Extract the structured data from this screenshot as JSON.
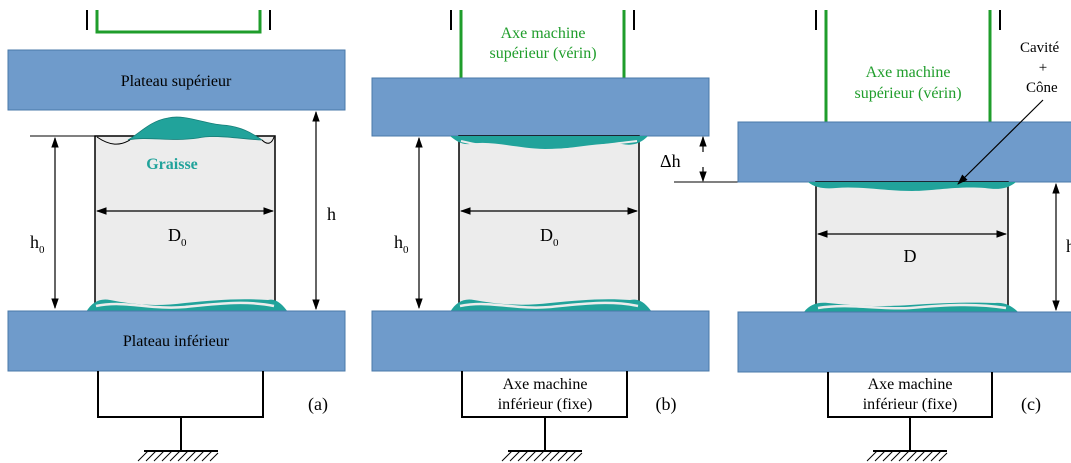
{
  "colors": {
    "platen": "#6f9bcb",
    "platen_stroke": "#4a78a8",
    "specimen": "#ececec",
    "grease": "#21a39b",
    "grease_dark": "#177f79",
    "axis_green": "#1f9d2b",
    "line": "#000000"
  },
  "panel_a": {
    "top_platen": "Plateau supérieur",
    "bottom_platen": "Plateau inférieur",
    "grease": "Graisse",
    "h0": "h",
    "h0_sub": "0",
    "h": "h",
    "d0": "D",
    "d0_sub": "0",
    "tag": "(a)"
  },
  "panel_b": {
    "upper_axis_line1": "Axe machine",
    "upper_axis_line2": "supérieur (vérin)",
    "lower_axis_line1": "Axe machine",
    "lower_axis_line2": "inférieur (fixe)",
    "delta_h": "Δh",
    "h0": "h",
    "h0_sub": "0",
    "d0": "D",
    "d0_sub": "0",
    "tag": "(b)"
  },
  "panel_c": {
    "upper_axis_line1": "Axe machine",
    "upper_axis_line2": "supérieur (vérin)",
    "lower_axis_line1": "Axe machine",
    "lower_axis_line2": "inférieur (fixe)",
    "cavity_line1": "Cavité",
    "cavity_line2": "+",
    "cavity_line3": "Cône",
    "d": "D",
    "h": "h",
    "tag": "(c)"
  }
}
